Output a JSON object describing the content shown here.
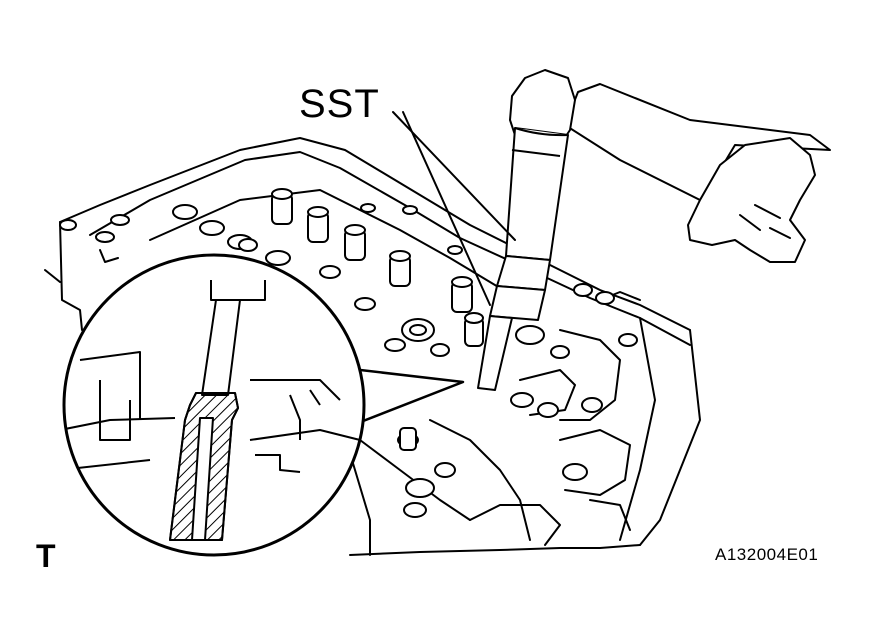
{
  "labels": {
    "sst": "SST",
    "view_mark": "T",
    "figure_id": "A132004E01"
  },
  "colors": {
    "ink": "#000000",
    "paper": "#ffffff"
  }
}
